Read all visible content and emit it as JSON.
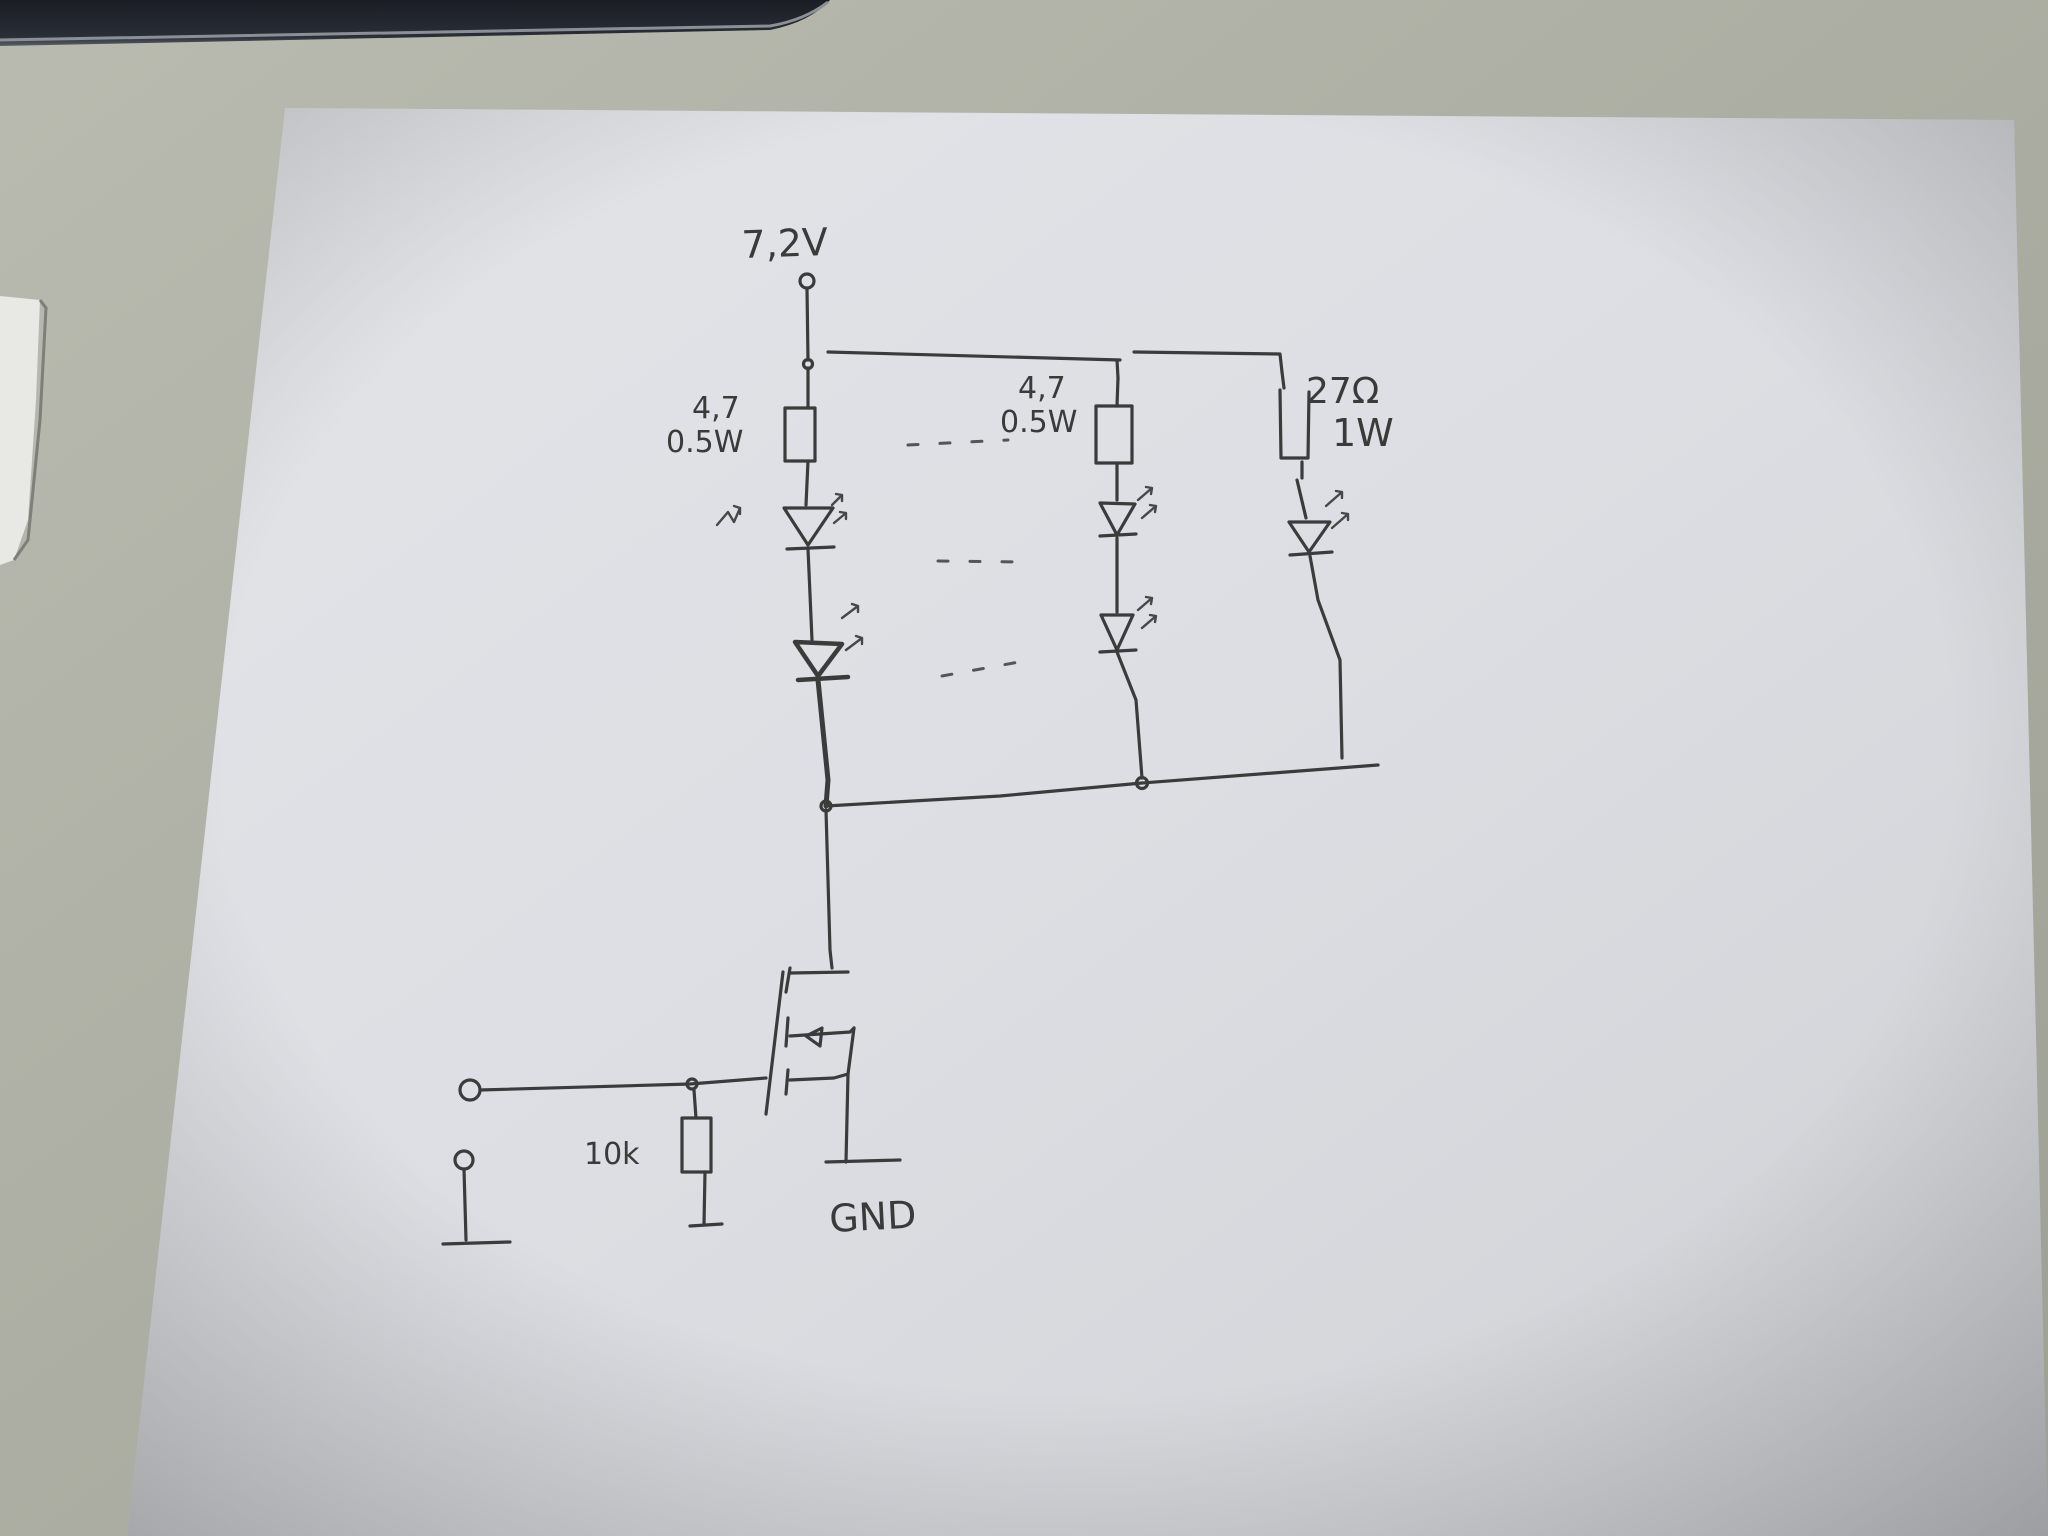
{
  "schematic": {
    "supply_label": "7,2V",
    "branch1_resistor_value": "4,7",
    "branch1_resistor_power": "0.5W",
    "branch2_resistor_value": "4,7",
    "branch2_resistor_power": "0.5W",
    "branch3_resistor_value": "27Ω",
    "branch3_resistor_power": "1W",
    "pulldown_label": "10k",
    "ground_label": "GND"
  }
}
